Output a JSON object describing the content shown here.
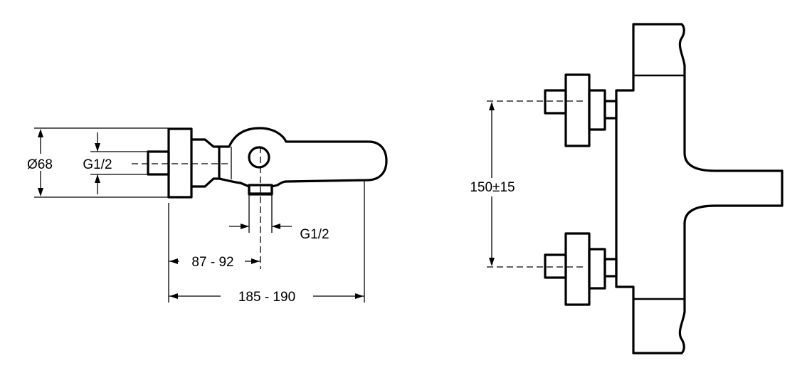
{
  "side_view": {
    "diameter_label": "Ø68",
    "inlet_thread_label": "G1/2",
    "outlet_thread_label": "G1/2",
    "outlet_distance_label": "87 - 92",
    "overall_depth_label": "185 - 190"
  },
  "front_view": {
    "inlet_spacing_label": "150±15"
  }
}
